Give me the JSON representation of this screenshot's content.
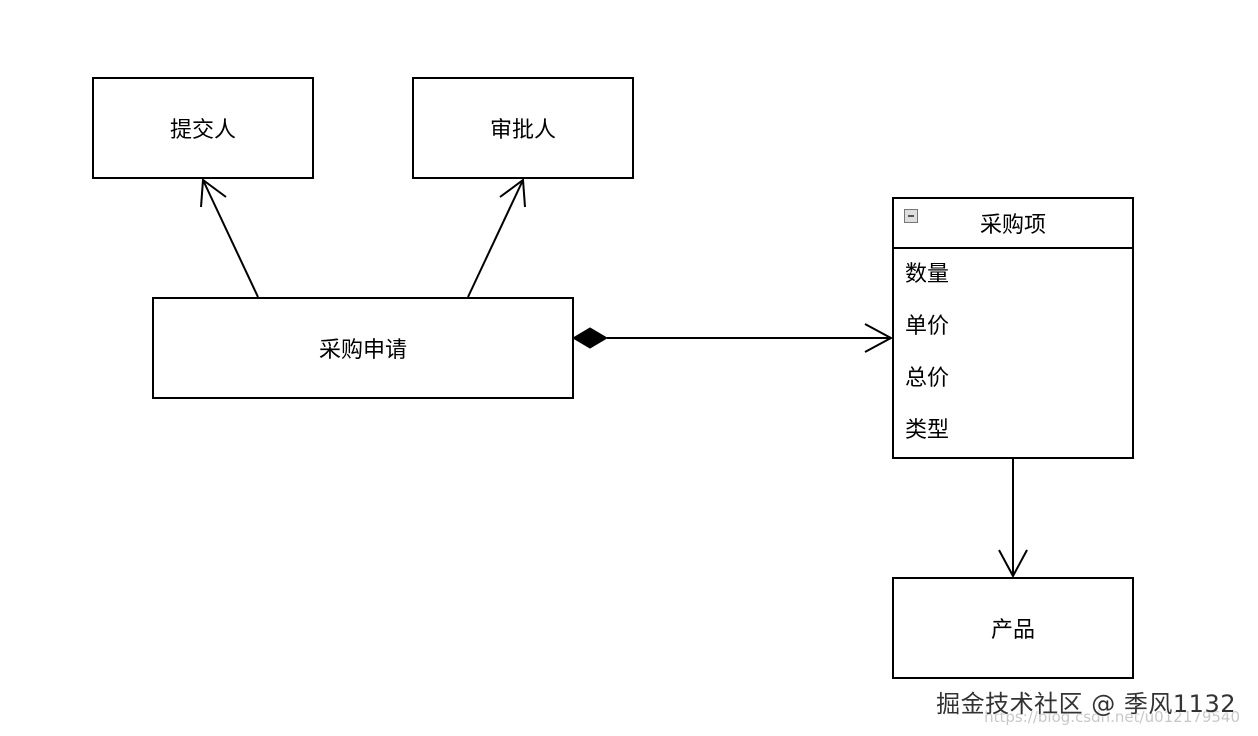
{
  "nodes": {
    "submitter": "提交人",
    "approver": "审批人",
    "purchase_request": "采购申请",
    "product": "产品"
  },
  "purchase_item": {
    "title": "采购项",
    "attributes": [
      "数量",
      "单价",
      "总价",
      "类型"
    ]
  },
  "watermark": {
    "text": "掘金技术社区 @ 季风1132",
    "url": "https://blog.csdn.net/u012179540"
  }
}
